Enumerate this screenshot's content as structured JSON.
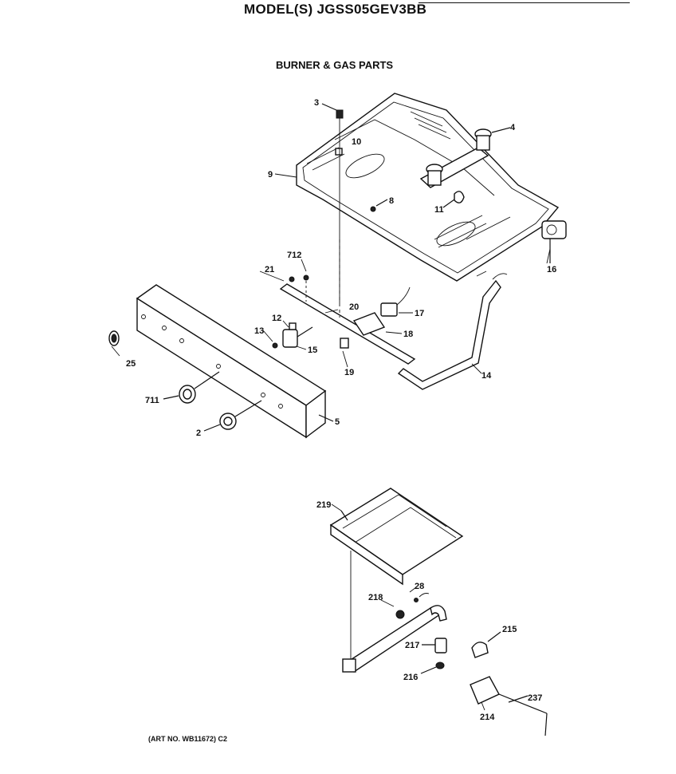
{
  "header": {
    "model": "MODEL(S) JGSS05GEV3BB",
    "section": "BURNER & GAS PARTS"
  },
  "footer": {
    "art_no": "(ART NO. WB11672) C2"
  },
  "callouts": {
    "c3": "3",
    "c4": "4",
    "c9": "9",
    "c10": "10",
    "c8": "8",
    "c11": "11",
    "c16": "16",
    "c712": "712",
    "c21": "21",
    "c20": "20",
    "c17": "17",
    "c18": "18",
    "c12": "12",
    "c13": "13",
    "c15": "15",
    "c19": "19",
    "c14": "14",
    "c25": "25",
    "c711": "711",
    "c2": "2",
    "c5": "5",
    "c219": "219",
    "c28": "28",
    "c218": "218",
    "c217": "217",
    "c216": "216",
    "c215": "215",
    "c237": "237",
    "c214": "214"
  }
}
